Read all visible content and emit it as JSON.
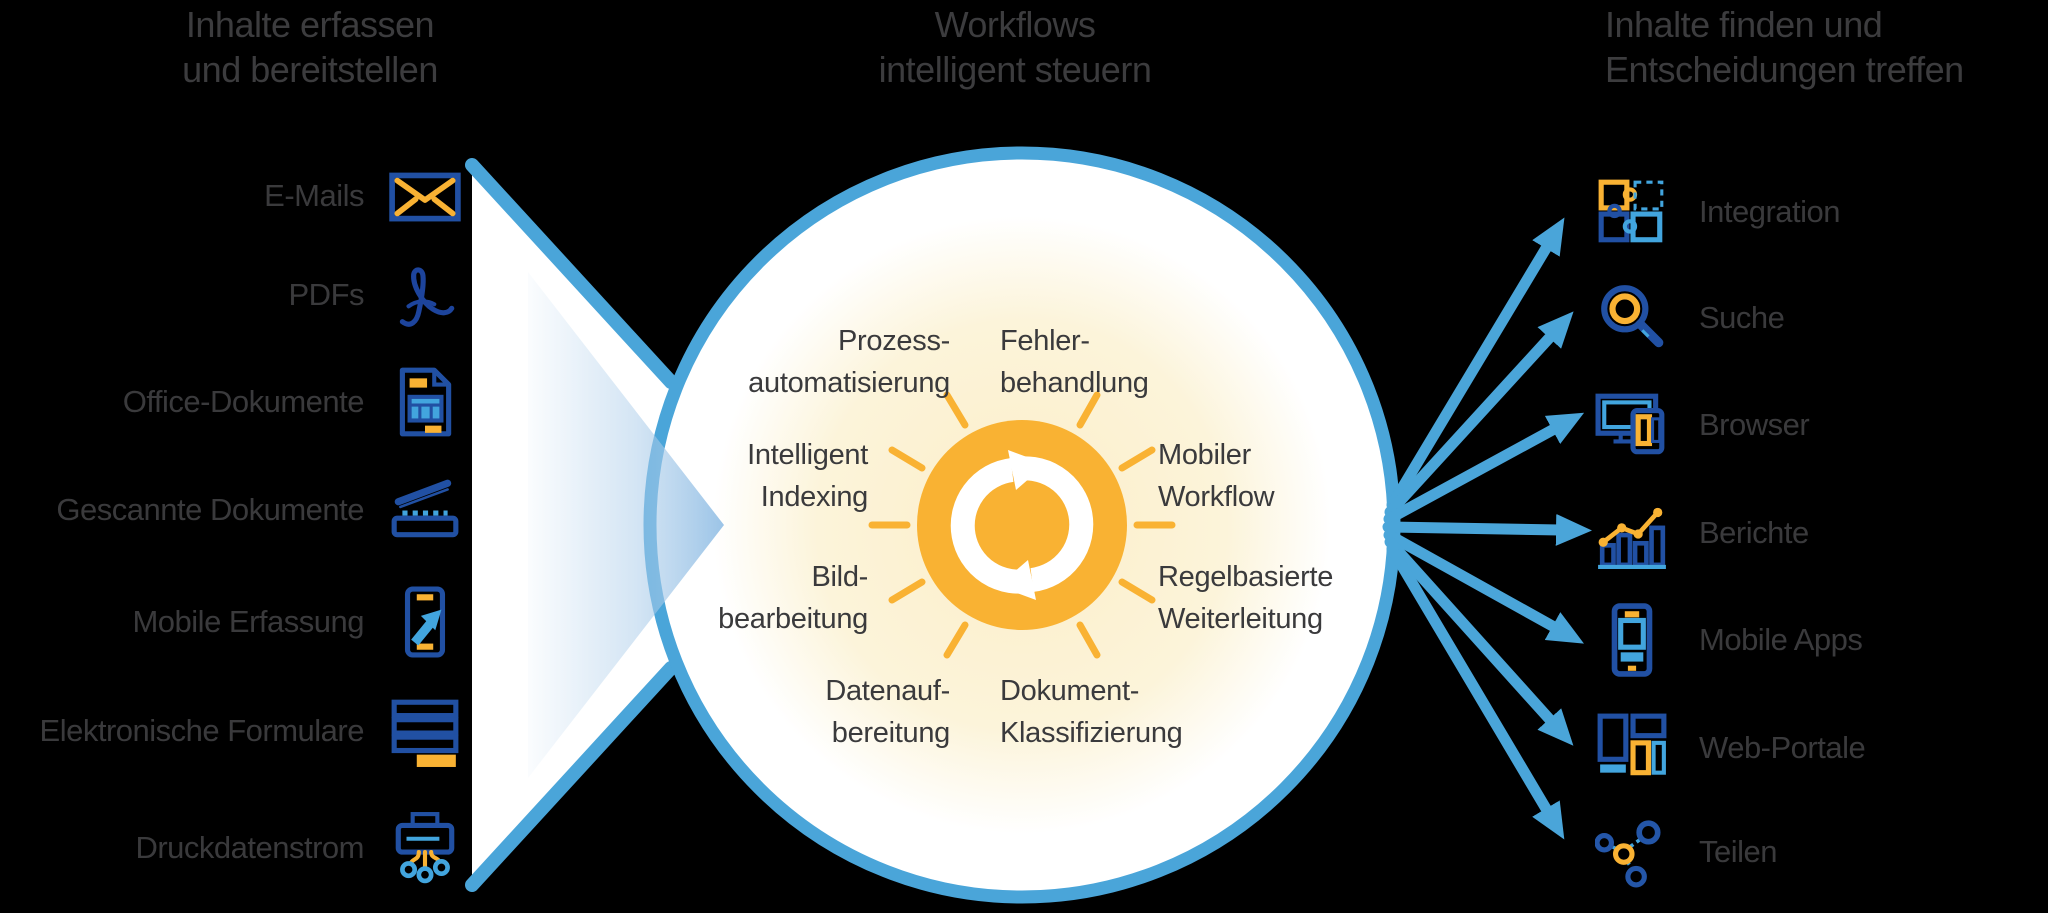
{
  "headers": {
    "left": {
      "line1": "Inhalte erfassen",
      "line2": "und bereitstellen"
    },
    "center": {
      "line1": "Workflows",
      "line2": "intelligent steuern"
    },
    "right": {
      "line1": "Inhalte finden und",
      "line2": "Entscheidungen treffen"
    }
  },
  "left_items": [
    {
      "label": "E-Mails",
      "icon": "envelope-icon"
    },
    {
      "label": "PDFs",
      "icon": "pdf-icon"
    },
    {
      "label": "Office-Dokumente",
      "icon": "office-document-icon"
    },
    {
      "label": "Gescannte Dokumente",
      "icon": "scanner-icon"
    },
    {
      "label": "Mobile Erfassung",
      "icon": "mobile-capture-icon"
    },
    {
      "label": "Elektronische Formulare",
      "icon": "forms-icon"
    },
    {
      "label": "Druckdatenstrom",
      "icon": "print-stream-icon"
    }
  ],
  "workflow_circle": {
    "center_icon": "sync-arrows-icon",
    "labels": [
      {
        "line1": "Prozess-",
        "line2": "automatisierung"
      },
      {
        "line1": "Fehler-",
        "line2": "behandlung"
      },
      {
        "line1": "Intelligent",
        "line2": "Indexing"
      },
      {
        "line1": "Mobiler",
        "line2": "Workflow"
      },
      {
        "line1": "Bild-",
        "line2": "bearbeitung"
      },
      {
        "line1": "Regelbasierte",
        "line2": "Weiterleitung"
      },
      {
        "line1": "Datenauf-",
        "line2": "bereitung"
      },
      {
        "line1": "Dokument-",
        "line2": "Klassifizierung"
      }
    ]
  },
  "right_items": [
    {
      "label": "Integration",
      "icon": "puzzle-icon"
    },
    {
      "label": "Suche",
      "icon": "magnifier-icon"
    },
    {
      "label": "Browser",
      "icon": "devices-icon"
    },
    {
      "label": "Berichte",
      "icon": "chart-icon"
    },
    {
      "label": "Mobile Apps",
      "icon": "smartphone-icon"
    },
    {
      "label": "Web-Portale",
      "icon": "layout-grid-icon"
    },
    {
      "label": "Teilen",
      "icon": "share-network-icon"
    }
  ],
  "colors": {
    "dark_blue": "#2150a3",
    "sky_blue": "#42a5de",
    "flow_blue": "#4aa5d9",
    "yellow": "#f9b233",
    "text_gray": "#3a3a3c",
    "circle_center_fill": "#fbeec8"
  }
}
